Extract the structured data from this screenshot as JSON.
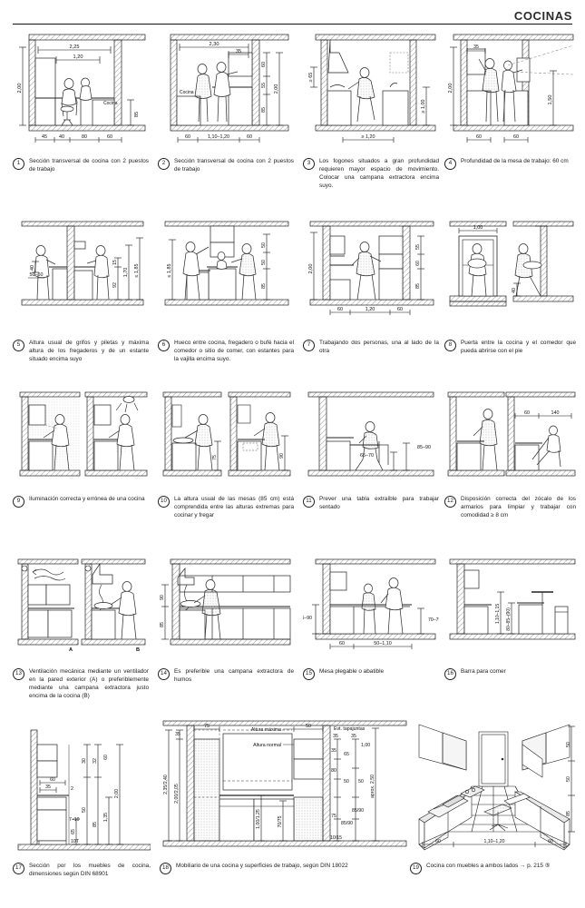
{
  "header": {
    "title": "COCINAS"
  },
  "figures": [
    {
      "num": "1",
      "caption": "Sección transversal de cocina con 2 puestos de trabajo",
      "labels": [
        "2,25",
        "1,20",
        "2,00",
        "85",
        "Cocina"
      ],
      "bottom_chain": "45 + 40 + 80 + 60"
    },
    {
      "num": "2",
      "caption": "Sección transversal de cocina con 2 puestos de trabajo",
      "labels": [
        "2,30",
        "35",
        "60",
        "55",
        "85",
        "2,00",
        "Cocina"
      ],
      "bottom_chain": "60 + 1,10–1,20 + 60"
    },
    {
      "num": "3",
      "caption": "Los fogones situados a gran profundidad requieren mayor espacio de movimiento. Colocar una campana extractora encima suyo.",
      "labels": [
        "≥ 65",
        "≥ 1,00"
      ],
      "bottom_chain": "≥ 1,20"
    },
    {
      "num": "4",
      "caption": "Profundidad de la mesa de trabajo: 60 cm",
      "labels": [
        "35",
        "2,00",
        "1,50"
      ],
      "bottom_chain": "60     60"
    },
    {
      "num": "5",
      "caption": "Altura usual de grifos y piletas y máxima altura de los fregaderos y de un estante situado encima suyo",
      "labels": [
        "40",
        "50–60",
        "15",
        "92",
        "1,70",
        "≤ 1,85"
      ],
      "bottom_chain": ""
    },
    {
      "num": "6",
      "caption": "Hueco entre cocina, fregadero o bufé hacia el comedor o sitio de comer, con estantes para la vajilla encima suyo.",
      "labels": [
        "≤ 1,85",
        "50",
        "50",
        "85"
      ],
      "bottom_chain": ""
    },
    {
      "num": "7",
      "caption": "Trabajando dos personas, una al lado de la otra",
      "labels": [
        "2,00",
        "55",
        "60",
        "85"
      ],
      "bottom_chain": "60 + 1,20 + 60"
    },
    {
      "num": "8",
      "caption": "Puerta entre la cocina y el comedor que pueda abrirse con el pie",
      "labels": [
        "1,00",
        "40"
      ],
      "bottom_chain": ""
    },
    {
      "num": "9",
      "caption": "Iluminación correcta y errónea de una cocina",
      "labels": [],
      "bottom_chain": ""
    },
    {
      "num": "10",
      "caption": "La altura usual de las mesas (85 cm) está comprendida entre las alturas extremas para cocinar y fregar",
      "labels": [
        "75",
        "90"
      ],
      "bottom_chain": ""
    },
    {
      "num": "11",
      "caption": "Prever una tabla extraíble para trabajar sentado",
      "labels": [
        "85–90",
        "65–70"
      ],
      "bottom_chain": ""
    },
    {
      "num": "12",
      "caption": "Disposición correcta del zócalo de los armarios para limpiar y trabajar con comodidad ≥ 8 cm",
      "labels": [
        "60",
        "140"
      ],
      "bottom_chain": ""
    },
    {
      "num": "13",
      "caption": "Ventilación mecánica mediante un ventilador en la pared exterior (A) o preferiblemente mediante una campana extractora justo encima de la cocina (B)",
      "labels": [
        "A",
        "B"
      ],
      "bottom_chain": ""
    },
    {
      "num": "14",
      "caption": "Es preferible una campana extractora de humos",
      "labels": [
        "90",
        "85"
      ],
      "bottom_chain": ""
    },
    {
      "num": "15",
      "caption": "Mesa plegable o abatible",
      "labels": [
        "85–90",
        "70–75"
      ],
      "bottom_chain": "60 + 50–1,10"
    },
    {
      "num": "16",
      "caption": "Barra para comer",
      "labels": [
        "1,10–1,15",
        "80–85–(90)"
      ],
      "bottom_chain": ""
    },
    {
      "num": "17",
      "caption": "Sección por los muebles de cocina, dimensiones según DIN 68901",
      "labels": [
        "60",
        "35",
        "2",
        "7–10",
        "10T",
        "30",
        "32",
        "60",
        "50",
        "65",
        "85",
        "1,35",
        "2,00"
      ],
      "bottom_chain": ""
    },
    {
      "num": "18",
      "caption": "Mobiliario de una cocina y superficies de trabajo, según DIN 18022",
      "labels": [
        "75",
        "50",
        "35",
        "Altura máxima",
        "Altura normal",
        "Evt. tapajuntas",
        "2,35/2,40",
        "2,00/2,05",
        "1,00/1,25",
        "70/75",
        "35",
        "35",
        "35",
        "1,00",
        "65",
        "80",
        "50",
        "50",
        "75",
        "85/90",
        "85/90",
        "10/15",
        "aprox. 2,50"
      ],
      "bottom_chain": ""
    },
    {
      "num": "19",
      "caption": "Cocina con muebles a ambos lados → p. 215 ⑤",
      "labels": [
        "50",
        "50",
        "85"
      ],
      "bottom_chain": "60     1,10–1,20     60"
    }
  ]
}
